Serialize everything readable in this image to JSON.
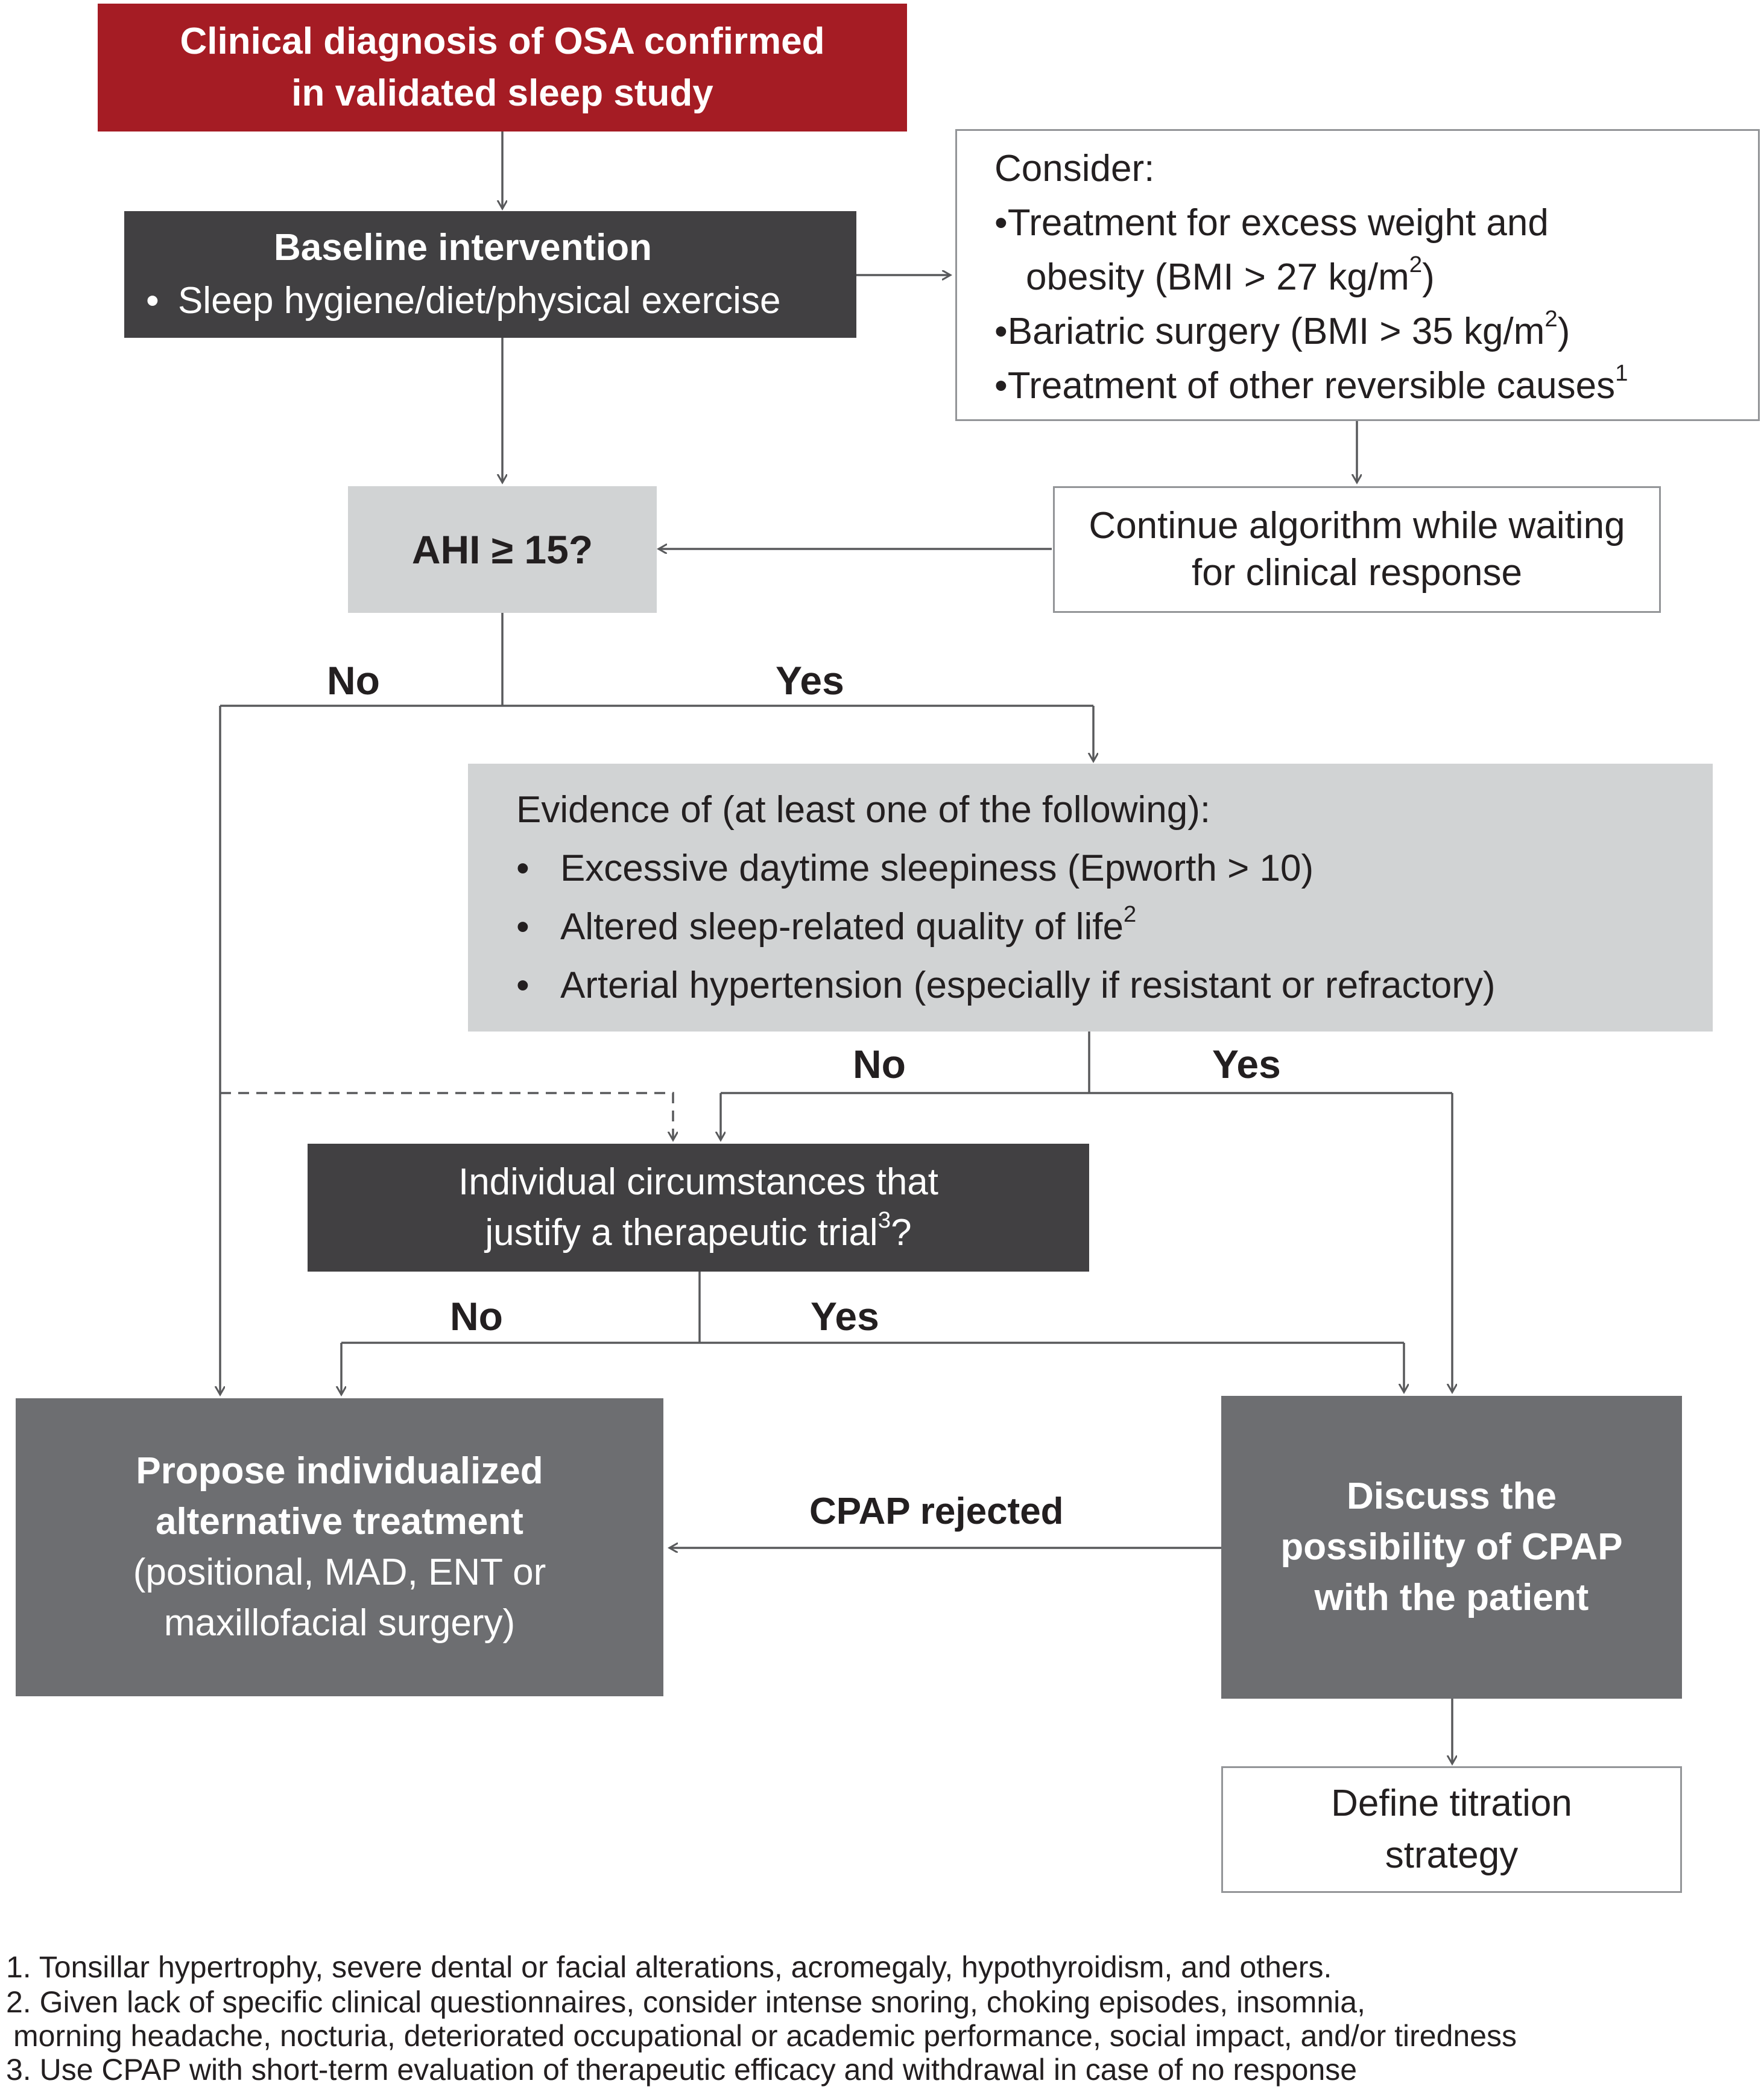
{
  "nodes": {
    "diagnosis": {
      "line1": "Clinical diagnosis of OSA confirmed",
      "line2": "in validated sleep study"
    },
    "baseline": {
      "title": "Baseline intervention",
      "bullet": "•",
      "item": "Sleep hygiene/diet/physical exercise"
    },
    "consider": {
      "heading": "Consider:",
      "bullet": "•",
      "item1_line1": "Treatment for excess weight and",
      "item1_line2_pre": "obesity (BMI > 27 kg/m",
      "item1_sup": "2",
      "item1_line2_post": ")",
      "item2_pre": "Bariatric surgery (BMI > 35 kg/m",
      "item2_sup": "2",
      "item2_post": ")",
      "item3_pre": "Treatment of other reversible causes",
      "item3_sup": "1"
    },
    "ahi": {
      "text": "AHI ≥ 15?"
    },
    "continue": {
      "line1": "Continue algorithm while waiting",
      "line2": "for clinical response"
    },
    "evidence": {
      "heading": "Evidence of (at least one of the following):",
      "bullet": "•",
      "item1": "Excessive daytime sleepiness (Epworth > 10)",
      "item2_pre": "Altered sleep-related quality of life",
      "item2_sup": "2",
      "item3": "Arterial hypertension (especially if resistant or refractory)"
    },
    "individual": {
      "line1": "Individual circumstances that",
      "line2_pre": "justify a therapeutic trial",
      "line2_sup": "3",
      "line2_post": "?"
    },
    "alternative": {
      "line1": "Propose individualized",
      "line2": "alternative treatment",
      "line3": "(positional, MAD, ENT or",
      "line4": "maxillofacial surgery)"
    },
    "cpap": {
      "line1": "Discuss the",
      "line2": "possibility of CPAP",
      "line3": "with the patient"
    },
    "titration": {
      "line1": "Define titration",
      "line2": "strategy"
    }
  },
  "edge_labels": {
    "ahi_no": "No",
    "ahi_yes": "Yes",
    "evidence_no": "No",
    "evidence_yes": "Yes",
    "individual_no": "No",
    "individual_yes": "Yes",
    "cpap_rejected": "CPAP rejected"
  },
  "footnotes": {
    "note1": "1. Tonsillar hypertrophy, severe dental or facial alterations, acromegaly, hypothyroidism, and others.",
    "note2_line1": "2. Given lack of specific clinical questionnaires, consider intense snoring, choking episodes, insomnia,",
    "note2_line2": "morning headache, nocturia, deteriorated occupational or academic performance, social impact, and/or tiredness",
    "note3": "3. Use CPAP with short-term evaluation of therapeutic efficacy and withdrawal in case of no response"
  },
  "colors": {
    "red": "#a51c24",
    "dark": "#414042",
    "midgray": "#6d6e71",
    "lightgray": "#d1d3d4",
    "outline": "#939598",
    "connector": "#58595b"
  }
}
